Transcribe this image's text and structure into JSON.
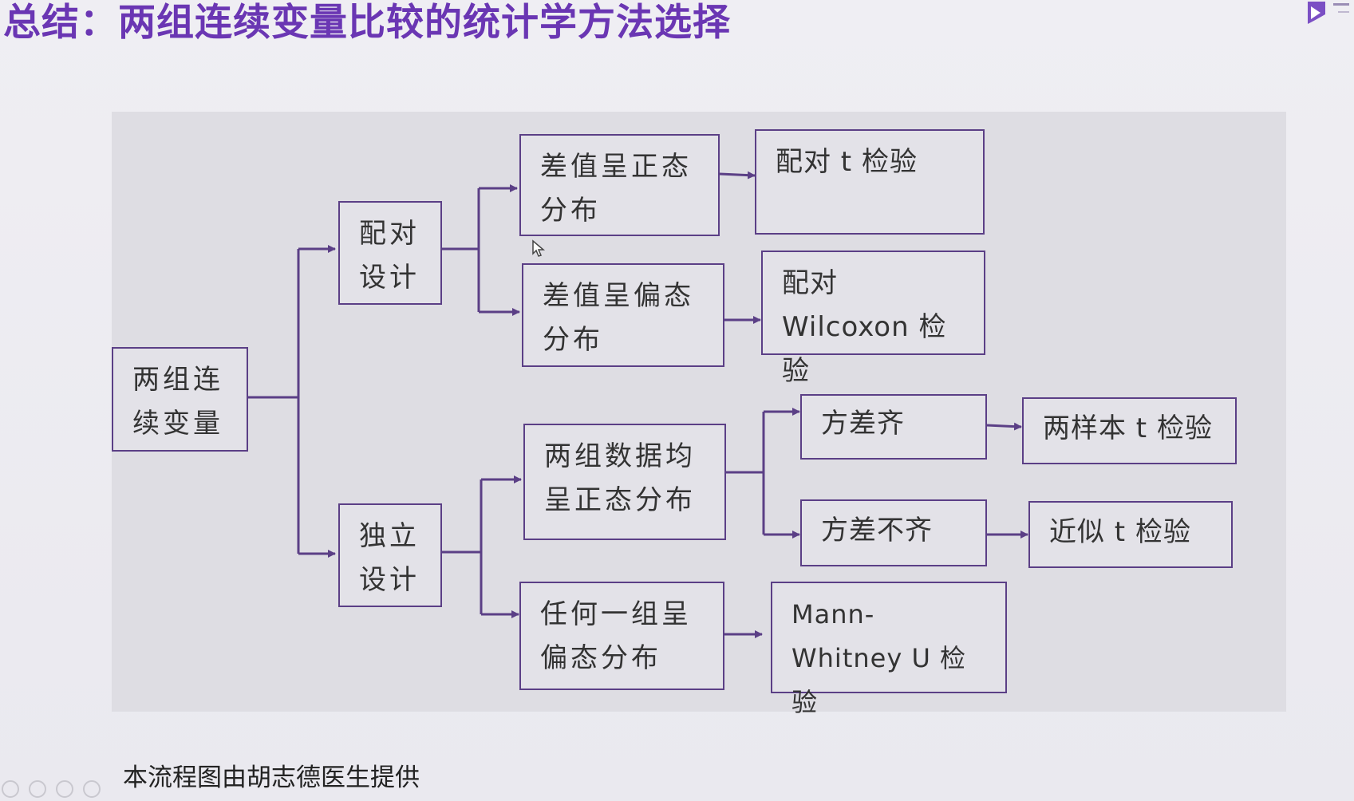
{
  "slide": {
    "title": "总结：两组连续变量比较的统计学方法选择",
    "credit": "本流程图由胡志德医生提供"
  },
  "flowchart": {
    "nodes": {
      "root": "两组连续变量",
      "paired": "配对设计",
      "independent": "独立设计",
      "diff_normal": "差值呈正态分布",
      "diff_skewed": "差值呈偏态分布",
      "paired_t": "配对 t 检验",
      "paired_wilcoxon": "配对 Wilcoxon 检验",
      "both_normal": "两组数据均呈正态分布",
      "any_skewed": "任何一组呈偏态分布",
      "equal_var": "方差齐",
      "unequal_var": "方差不齐",
      "two_sample_t": "两样本 t 检验",
      "approx_t": "近似 t 检验",
      "mann_whitney": "Mann-Whitney U 检验"
    }
  },
  "colors": {
    "title": "#6a36b3",
    "box_border": "#5b3f86",
    "connector": "#5b3f86",
    "panel": "#dedde3",
    "background": "#ecebf0"
  },
  "icons": {
    "logo": "brand-logo-icon",
    "cursor": "mouse-cursor-icon"
  }
}
